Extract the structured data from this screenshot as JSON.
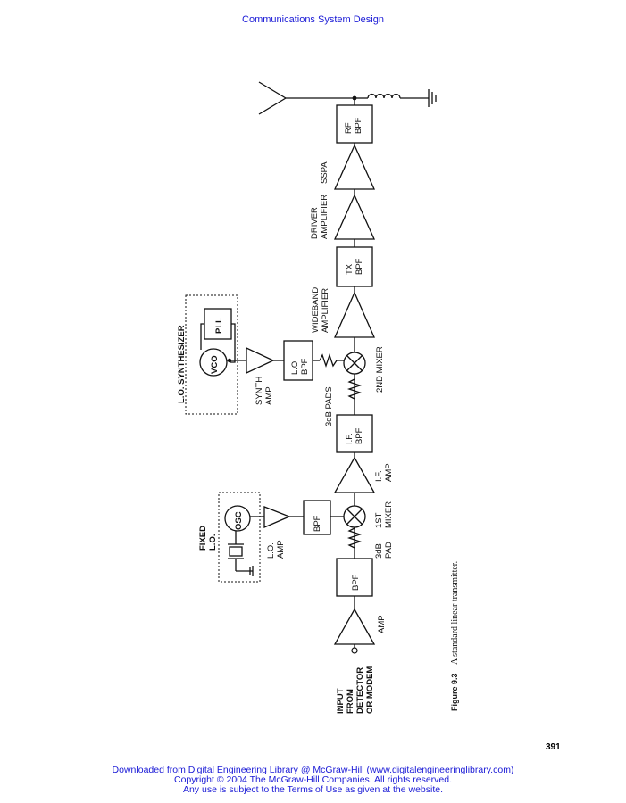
{
  "header": {
    "title": "Communications System Design"
  },
  "page_number": "391",
  "footer": {
    "line1": "Downloaded from Digital Engineering Library @ McGraw-Hill (www.digitalengineeringlibrary.com)",
    "line2": "Copyright © 2004 The McGraw-Hill Companies. All rights reserved.",
    "line3": "Any use is subject to the Terms of Use as given at the website."
  },
  "figure": {
    "number": "Figure 9.3",
    "caption": "A standard linear transmitter."
  },
  "diagram": {
    "input": [
      "INPUT",
      "FROM",
      "DETECTOR",
      "OR MODEM"
    ],
    "amp": "AMP",
    "bpf1": "BPF",
    "pad1": [
      "3dB",
      "PAD"
    ],
    "mixer1": [
      "1ST",
      "MIXER"
    ],
    "bpf2": "BPF",
    "lo_amp": [
      "L.O.",
      "AMP"
    ],
    "osc": "OSC",
    "fixed_lo": [
      "FIXED",
      "L.O."
    ],
    "if_amp": [
      "I.F.",
      "AMP"
    ],
    "if_bpf": [
      "I.F.",
      "BPF"
    ],
    "pads": [
      "3dB PADS"
    ],
    "mixer2": [
      "2ND MIXER"
    ],
    "lo_bpf": [
      "L.O.",
      "BPF"
    ],
    "synth_amp": [
      "SYNTH",
      "AMP"
    ],
    "vco": "VCO",
    "pll": "PLL",
    "lo_synth": "L.O. SYNTHESIZER",
    "wideband_amp": [
      "WIDEBAND",
      "AMPLIFIER"
    ],
    "tx_bpf": [
      "TX",
      "BPF"
    ],
    "driver_amp": [
      "DRIVER",
      "AMPLIFIER"
    ],
    "sspa": "SSPA",
    "rf_bpf": [
      "RF",
      "BPF"
    ]
  }
}
